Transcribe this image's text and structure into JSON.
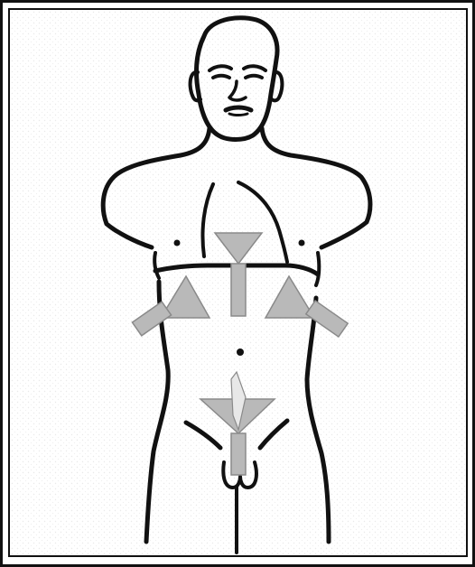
{
  "figure": {
    "subject": "",
    "colors": {
      "outline": "#111111",
      "marker_fill": "#b9b9b9",
      "marker_stroke": "#8a8a8a",
      "background": "#ffffff",
      "texture": "#f4f4f4"
    }
  },
  "markers": [
    {
      "name": "upper-midline-marker",
      "shape": "funnel"
    },
    {
      "name": "left-flank-marker",
      "shape": "triangle-with-bar"
    },
    {
      "name": "right-flank-marker",
      "shape": "triangle-with-bar"
    },
    {
      "name": "lower-midline-marker",
      "shape": "funnel"
    }
  ]
}
